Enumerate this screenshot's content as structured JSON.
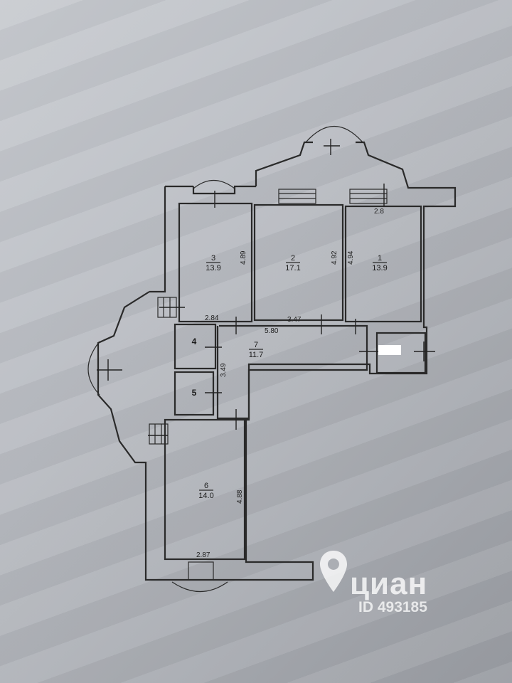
{
  "rooms": [
    {
      "number": "3",
      "area": "13.9"
    },
    {
      "number": "2",
      "area": "17.1"
    },
    {
      "number": "1",
      "area": "13.9"
    },
    {
      "number": "4",
      "area": ""
    },
    {
      "number": "7",
      "area": "11.7"
    },
    {
      "number": "5",
      "area": ""
    },
    {
      "number": "6",
      "area": "14.0"
    }
  ],
  "dimensions": {
    "d289": "4.89",
    "d492": "4.92",
    "d494": "4.94",
    "d284": "2.84",
    "d347": "3.47",
    "d580": "5.80",
    "d349": "3.49",
    "d488": "4.88",
    "d287": "2.87",
    "d28": "2.8"
  },
  "watermark": {
    "brand": "циан",
    "id": "ID 493185"
  },
  "icons": {
    "logo": "cian-pin-icon"
  },
  "colors": {
    "ink": "#2a2a2a",
    "paper": "#c4c7cc"
  }
}
